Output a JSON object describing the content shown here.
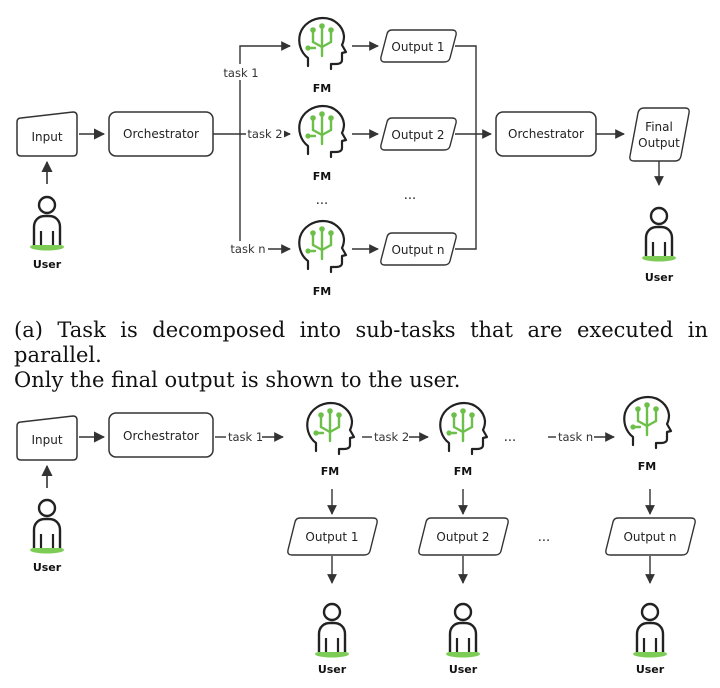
{
  "caption_a": {
    "line1": "(a) Task is decomposed into sub-tasks that are executed in parallel.",
    "line2": "Only the final output is shown to the user."
  },
  "labels": {
    "input": "Input",
    "orchestrator": "Orchestrator",
    "fm": "FM",
    "user": "User",
    "final_output_line1": "Final",
    "final_output_line2": "Output",
    "ellipsis": "...",
    "output_1": "Output 1",
    "output_2": "Output 2",
    "output_n": "Output n",
    "task_1": "task 1",
    "task_2": "task 2",
    "task_n": "task n",
    "task_1_arrow": "task 1",
    "task_2_arrow": "task 2",
    "task_n_arrow": "task n"
  },
  "colors": {
    "fm_green": "#6cc04a",
    "user_ground": "#7ccc55",
    "stroke": "#333333"
  }
}
